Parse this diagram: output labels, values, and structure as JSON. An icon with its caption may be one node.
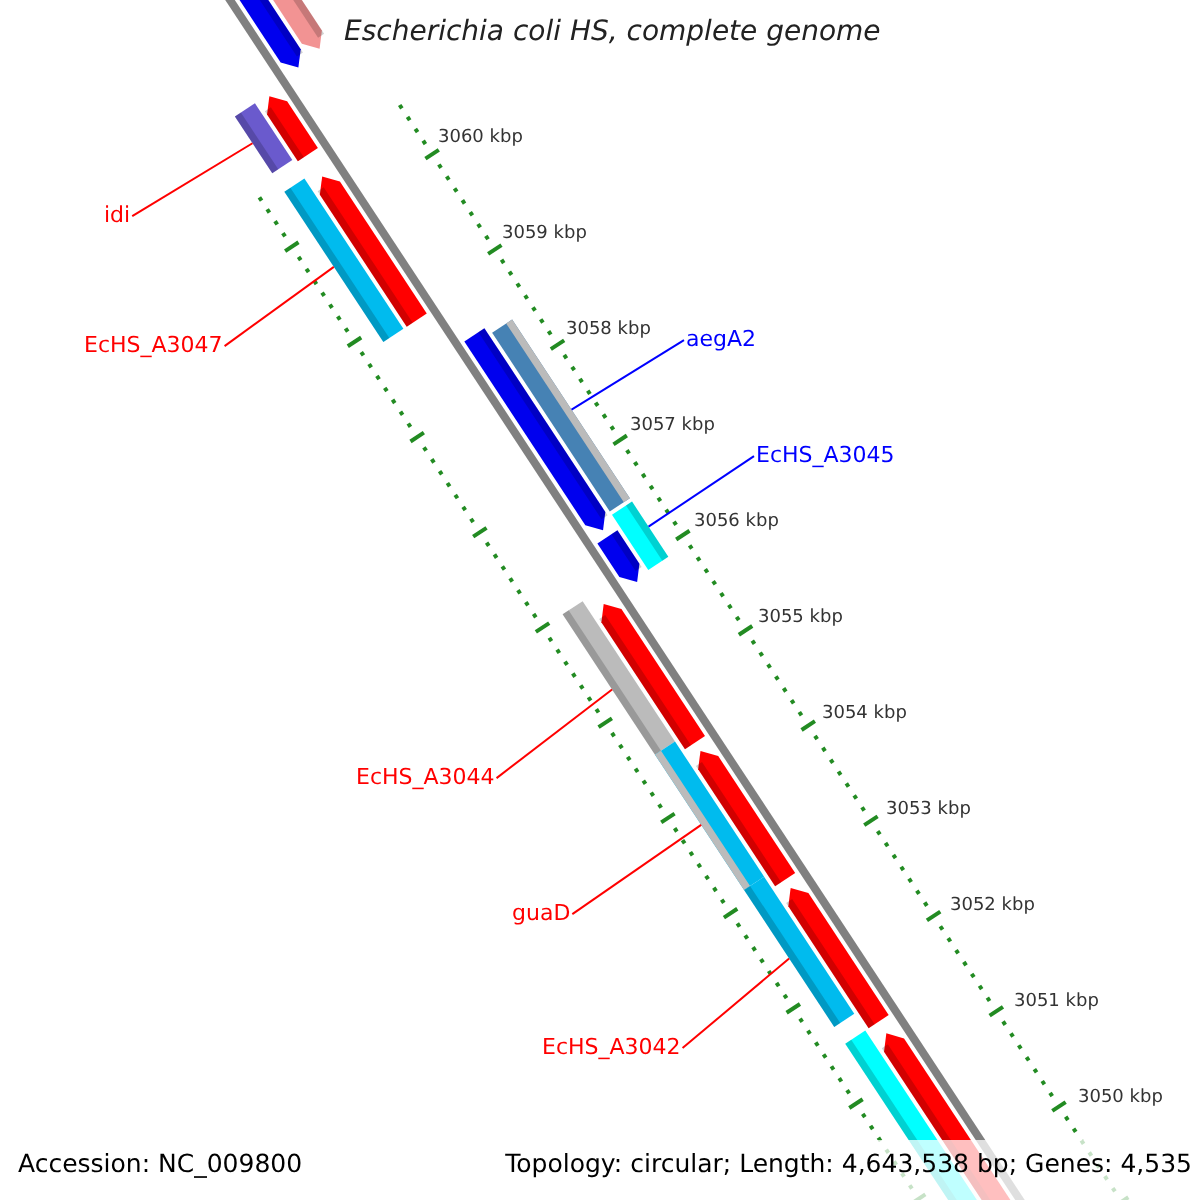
{
  "diagram": {
    "title": "Escherichia coli HS, complete genome",
    "nodes": [
      {
        "text": [
          "idi"
        ]
      },
      {
        "text": [],
        "shape": "bar"
      },
      {
        "text": [
          "EcHS_A3047"
        ]
      },
      {
        "text": [],
        "shape": "bar"
      },
      {
        "text": [
          "aegA2"
        ]
      },
      {
        "text": [],
        "shape": "bar"
      },
      {
        "text": [
          "EcHS_A3045"
        ]
      },
      {
        "text": [],
        "shape": "bar"
      },
      {
        "text": [
          "EcHS_A3044"
        ]
      },
      {
        "text": [],
        "shape": "bar"
      },
      {
        "text": [
          "guaD"
        ]
      },
      {
        "text": [],
        "shape": "bar"
      },
      {
        "text": [
          "EcHS_A3042"
        ]
      },
      {
        "text": [],
        "shape": "bar"
      }
    ],
    "edges": [
      {
        "from": 0,
        "to": 1,
        "arrow": "none"
      },
      {
        "from": 2,
        "to": 3,
        "arrow": "none"
      },
      {
        "from": 4,
        "to": 5,
        "arrow": "none",
        "color": "#0000ff"
      },
      {
        "from": 6,
        "to": 7,
        "arrow": "none",
        "color": "#0000ff"
      },
      {
        "from": 8,
        "to": 9,
        "arrow": "none"
      },
      {
        "from": 10,
        "to": 11,
        "arrow": "none"
      },
      {
        "from": 12,
        "to": 13,
        "arrow": "none"
      }
    ],
    "labels": [
      "3060 kbp",
      "3059 kbp",
      "3058 kbp",
      "3057 kbp",
      "3056 kbp",
      "3055 kbp",
      "3054 kbp",
      "3053 kbp",
      "3052 kbp",
      "3051 kbp",
      "3050 kbp",
      "Accession: NC_009800",
      "Topology: circular; Length: 4,643,538 bp; Genes: 4,535"
    ]
  }
}
